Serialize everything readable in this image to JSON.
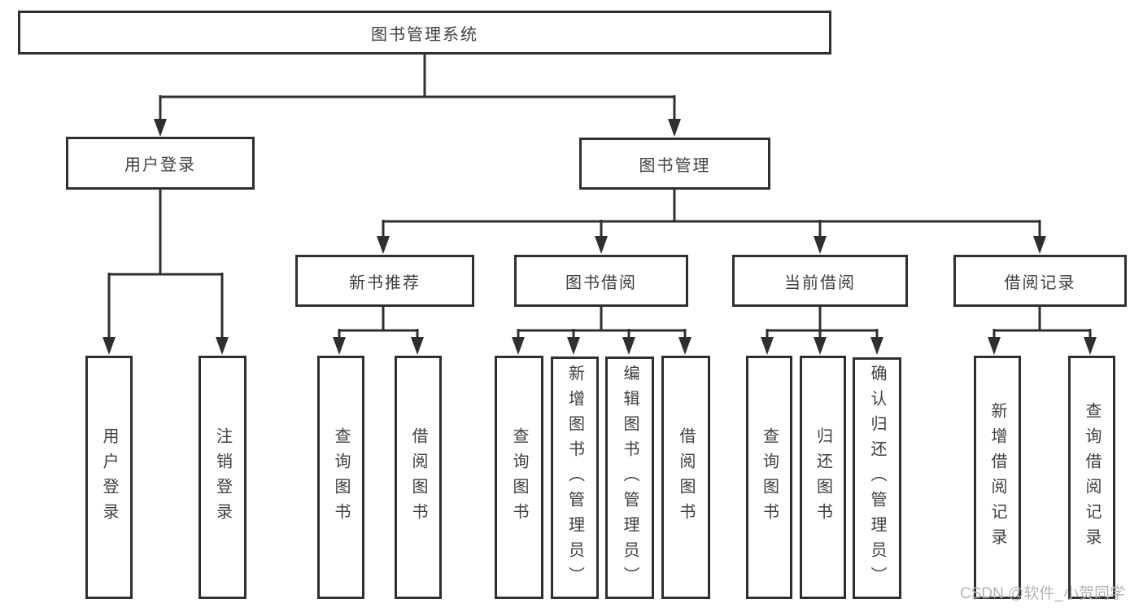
{
  "diagram": {
    "type": "tree",
    "root": {
      "label": "图书管理系统",
      "children": [
        {
          "label": "用户登录",
          "children": [
            {
              "label": "用户登录"
            },
            {
              "label": "注销登录"
            }
          ]
        },
        {
          "label": "图书管理",
          "children": [
            {
              "label": "新书推荐",
              "children": [
                {
                  "label": "查询图书"
                },
                {
                  "label": "借阅图书"
                }
              ]
            },
            {
              "label": "图书借阅",
              "children": [
                {
                  "label": "查询图书"
                },
                {
                  "label": "新增图书（管理员）"
                },
                {
                  "label": "编辑图书（管理员）"
                },
                {
                  "label": "借阅图书"
                }
              ]
            },
            {
              "label": "当前借阅",
              "children": [
                {
                  "label": "查询图书"
                },
                {
                  "label": "归还图书"
                },
                {
                  "label": "确认归还（管理员）"
                }
              ]
            },
            {
              "label": "借阅记录",
              "children": [
                {
                  "label": "新增借阅记录"
                },
                {
                  "label": "查询借阅记录"
                }
              ]
            }
          ]
        }
      ]
    }
  },
  "watermark": "CSDN @软件_小贺同学",
  "colors": {
    "line": "#2f2f2f",
    "box_border": "#2f2f2f",
    "text": "#3f3f3f",
    "background": "#ffffff",
    "watermark": "#b3b3b3"
  }
}
